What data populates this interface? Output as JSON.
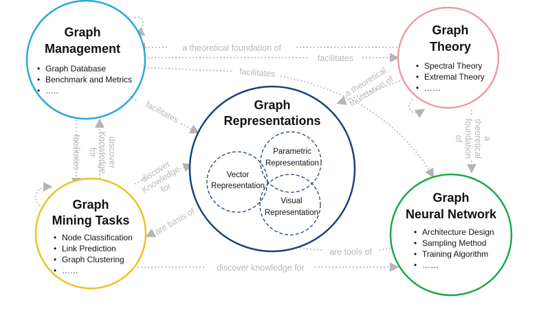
{
  "colors": {
    "management": "#29a8d8",
    "theory": "#ec9ba4",
    "representations": "#1f3f7a",
    "gnn": "#1aa84a",
    "mining": "#f0c020",
    "edge": "#c0c0c0",
    "edge_text": "#b8b8b8"
  },
  "nodes": {
    "management": {
      "title_line1": "Graph",
      "title_line2": "Management",
      "items": [
        "Graph Database",
        "Benchmark and Metrics",
        "….."
      ]
    },
    "theory": {
      "title_line1": "Graph",
      "title_line2": "Theory",
      "items": [
        "Spectral Theory",
        "Extremal Theory",
        "……"
      ]
    },
    "representations": {
      "title_line1": "Graph",
      "title_line2": "Representations",
      "vector_line1": "Vector",
      "vector_line2": "Representation",
      "parametric_line1": "Parametric",
      "parametric_line2": "Representation",
      "visual_line1": "Visual",
      "visual_line2": "Representation"
    },
    "mining": {
      "title_line1": "Graph",
      "title_line2": "Mining Tasks",
      "items": [
        "Node Classification",
        "Link Prediction",
        "Graph Clustering",
        "……"
      ]
    },
    "gnn": {
      "title_line1": "Graph",
      "title_line2": "Neural Network",
      "items": [
        "Architecture Design",
        "Sampling Method",
        "Training Algorithm",
        "……"
      ]
    }
  },
  "edges": {
    "theory_to_management": "a theoretical foundation of",
    "management_to_theory": "facilitates",
    "management_to_gnn": "facilitates",
    "management_to_representations": "facilitates",
    "theory_to_representations_line1": "a theoretical",
    "theory_to_representations_line2": "foundation of",
    "theory_to_gnn_line1": "a",
    "theory_to_gnn_line2": "theoretical",
    "theory_to_gnn_line3": "foundation",
    "theory_to_gnn_line4": "of",
    "mining_to_management_line1": "discover",
    "mining_to_management_line2": "Knowledge",
    "mining_to_management_line3": "for",
    "management_to_mining": "facilitates",
    "mining_to_representations_line1": "discover",
    "mining_to_representations_line2": "Knowledge",
    "mining_to_representations_line3": "for",
    "representations_to_mining": "are basis of",
    "gnn_to_representations": "are tools of",
    "mining_to_gnn": "discover knowledge for"
  }
}
